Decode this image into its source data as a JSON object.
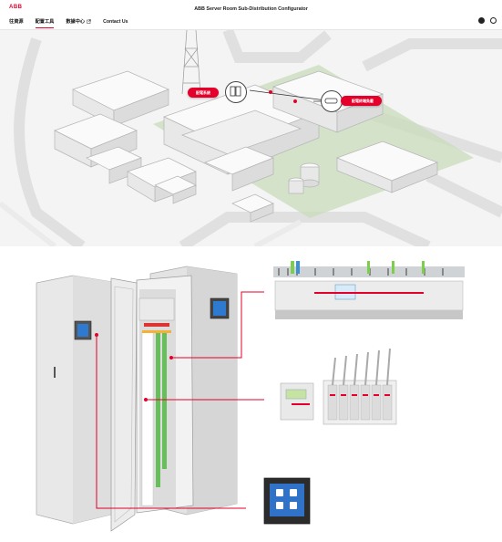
{
  "header": {
    "logo": "ABB",
    "title": "ABB Server Room Sub-Distribution Configurator",
    "nav": [
      {
        "label": "往資源",
        "active": false,
        "external": false
      },
      {
        "label": "配置工具",
        "active": true,
        "external": false
      },
      {
        "label": "數據中心",
        "active": false,
        "external": true
      },
      {
        "label": "Contact Us",
        "active": false,
        "external": false
      }
    ],
    "icons": [
      "account-icon",
      "globe-icon"
    ]
  },
  "map": {
    "hotspots": [
      {
        "label": "配電系統",
        "icon": "panel-icon"
      },
      {
        "label": "配電終端負載",
        "icon": "breaker-icon"
      }
    ]
  },
  "colors": {
    "brand": "#e4002b",
    "map_bg": "#f4f4f4",
    "accent_green": "#c9dcbc"
  }
}
